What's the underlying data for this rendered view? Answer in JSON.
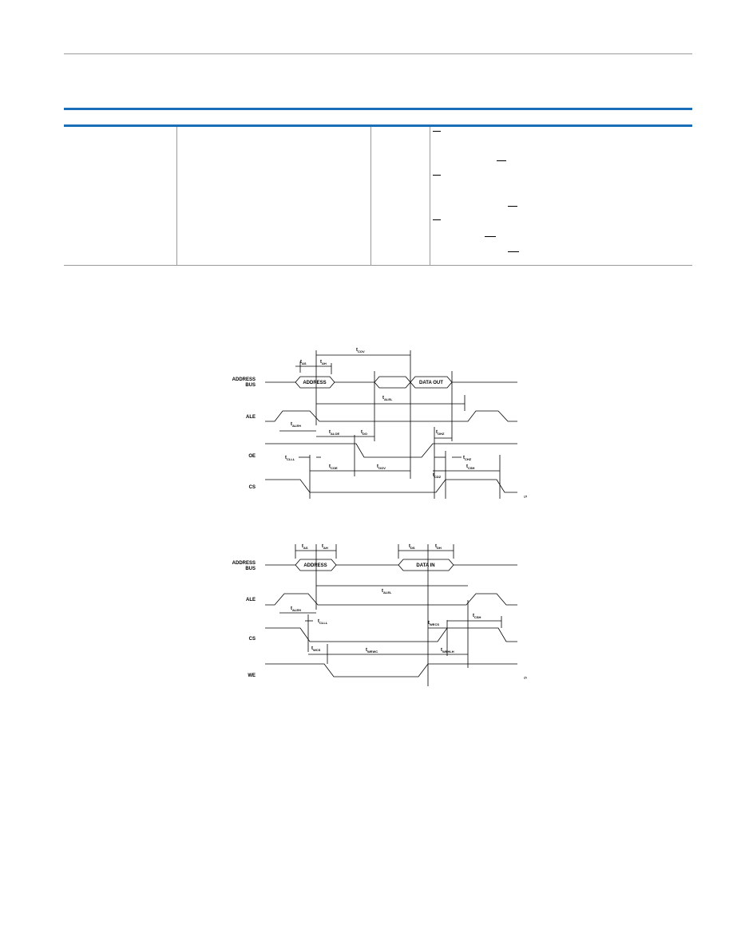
{
  "diagram1": {
    "signals": {
      "address_bus_line1": "ADDRESS",
      "address_bus_line2": "BUS",
      "ale": "ALE",
      "oe": "OE",
      "cs": "CS"
    },
    "boxes": {
      "address": "ADDRESS",
      "data_out": "DATA OUT"
    },
    "timing_labels": {
      "cov": {
        "t": "t",
        "sub": "COV"
      },
      "as": {
        "t": "t",
        "sub": "AS"
      },
      "ah": {
        "t": "t",
        "sub": "AH"
      },
      "alel": {
        "t": "t",
        "sub": "ALEL"
      },
      "aleh": {
        "t": "t",
        "sub": "ALEH"
      },
      "aloe": {
        "t": "t",
        "sub": "ALOE"
      },
      "do": {
        "t": "t",
        "sub": "DO"
      },
      "ohz_top": {
        "t": "t",
        "sub": "OHZ"
      },
      "clll": {
        "t": "t",
        "sub": "CLLL"
      },
      "coe": {
        "t": "t",
        "sub": "COE"
      },
      "oov": {
        "t": "t",
        "sub": "OOV"
      },
      "cdz": {
        "t": "t",
        "sub": "CDZ"
      },
      "chz": {
        "t": "t",
        "sub": "CHZ"
      },
      "csh": {
        "t": "t",
        "sub": "CSH"
      }
    },
    "figure_id": "5"
  },
  "diagram2": {
    "signals": {
      "address_bus_line1": "ADDRESS",
      "address_bus_line2": "BUS",
      "ale": "ALE",
      "cs": "CS",
      "we": "WE"
    },
    "boxes": {
      "address": "ADDRESS",
      "data_in": "DATA IN"
    },
    "timing_labels": {
      "as": {
        "t": "t",
        "sub": "AS"
      },
      "ah": {
        "t": "t",
        "sub": "AH"
      },
      "ds": {
        "t": "t",
        "sub": "DS"
      },
      "dh": {
        "t": "t",
        "sub": "DH"
      },
      "alel": {
        "t": "t",
        "sub": "ALEL"
      },
      "aleh": {
        "t": "t",
        "sub": "ALEH"
      },
      "clll": {
        "t": "t",
        "sub": "CLLL"
      },
      "wecs": {
        "t": "t",
        "sub": "WECS"
      },
      "csh": {
        "t": "t",
        "sub": "CSH"
      },
      "wcs": {
        "t": "t",
        "sub": "WCS"
      },
      "wewc": {
        "t": "t",
        "sub": "WEWC"
      },
      "wehlh": {
        "t": "t",
        "sub": "WEHLH"
      }
    },
    "figure_id": "6"
  },
  "colors": {
    "accent_rule": "#1a6eb8",
    "table_rule": "#9a9a9a"
  }
}
